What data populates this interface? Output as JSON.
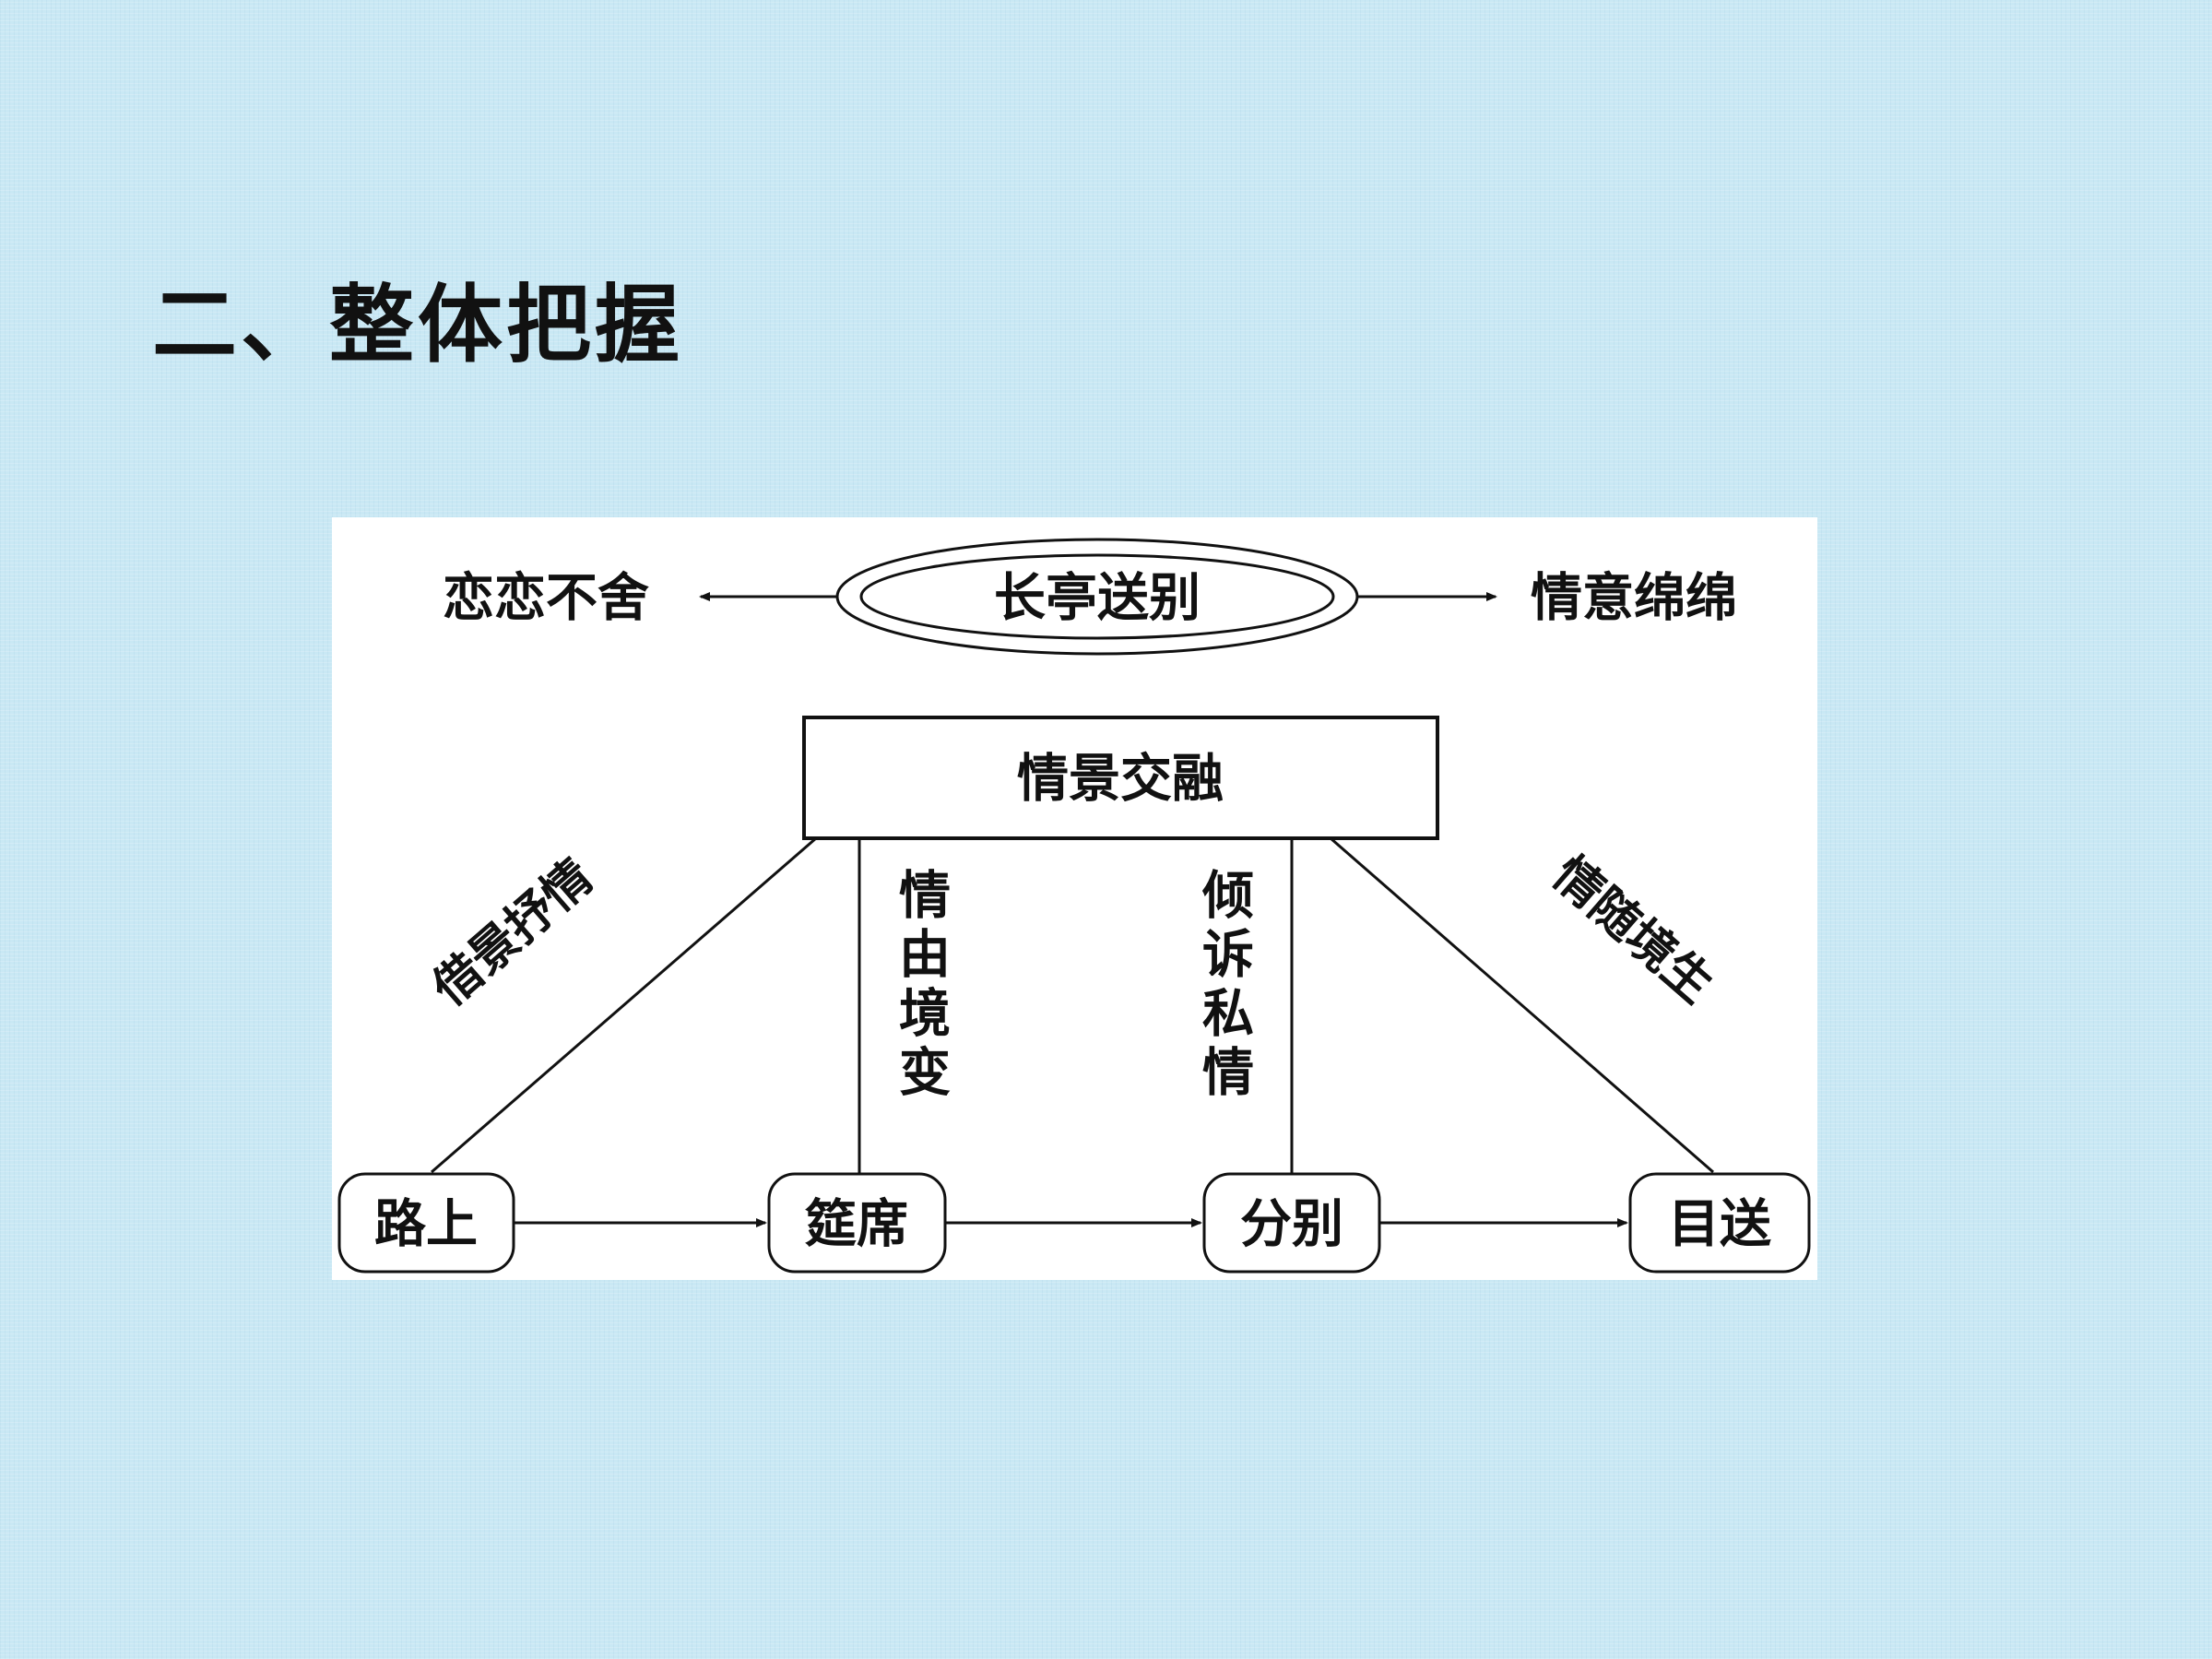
{
  "slide": {
    "title": "二、整体把握"
  },
  "diagram": {
    "center_ellipse": "长亭送别",
    "left_outcome": "恋恋不舍",
    "right_outcome": "情意绵绵",
    "theme_box": "情景交融",
    "scenes": [
      "路上",
      "筵席",
      "分别",
      "目送"
    ],
    "connectors": [
      "借景抒情",
      "情由境变",
      "倾诉私情",
      "情随境生"
    ]
  }
}
